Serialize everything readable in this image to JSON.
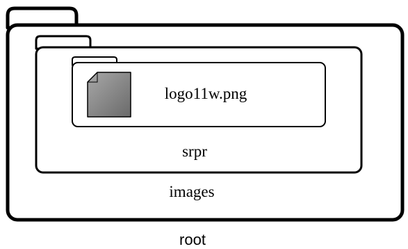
{
  "folders": {
    "root": {
      "label": "root"
    },
    "images": {
      "label": "images"
    },
    "srpr": {
      "label": "srpr"
    }
  },
  "file": {
    "name": "logo11w.png",
    "icon": "document-icon"
  },
  "colors": {
    "outline": "#000000",
    "file_icon_light": "#9a9a9a",
    "file_icon_dark": "#6e6e6e",
    "background": "#ffffff"
  }
}
